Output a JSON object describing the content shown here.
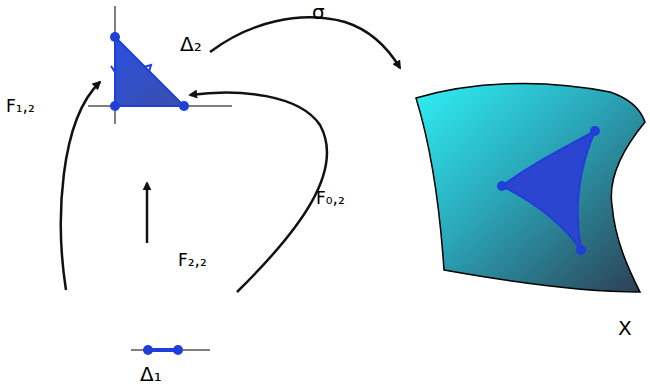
{
  "diagram": {
    "labels": [
      "Δ₂",
      "σ",
      "F₁,₂",
      "F₀,₂",
      "F₂,₂",
      "Δ₁",
      "X"
    ]
  }
}
